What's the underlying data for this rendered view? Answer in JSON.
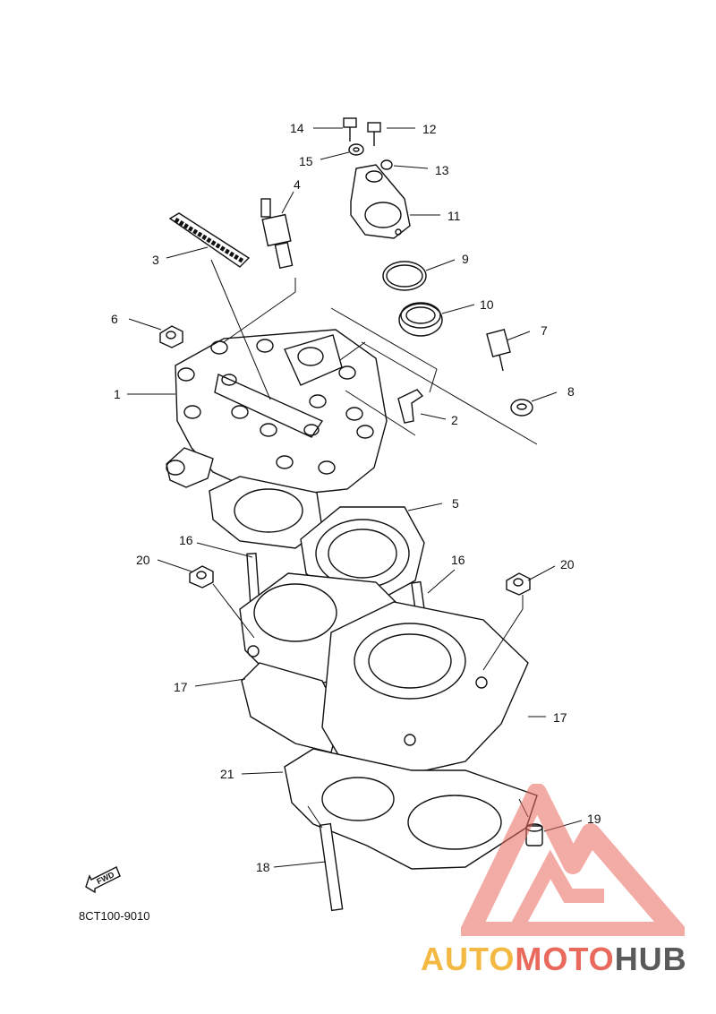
{
  "callouts": [
    {
      "num": "1"
    },
    {
      "num": "2"
    },
    {
      "num": "3"
    },
    {
      "num": "4"
    },
    {
      "num": "5"
    },
    {
      "num": "6"
    },
    {
      "num": "7"
    },
    {
      "num": "8"
    },
    {
      "num": "9"
    },
    {
      "num": "10"
    },
    {
      "num": "11"
    },
    {
      "num": "12"
    },
    {
      "num": "13"
    },
    {
      "num": "14"
    },
    {
      "num": "15"
    },
    {
      "num": "16"
    },
    {
      "num": "16"
    },
    {
      "num": "17"
    },
    {
      "num": "17"
    },
    {
      "num": "18"
    },
    {
      "num": "19"
    },
    {
      "num": "20"
    },
    {
      "num": "20"
    },
    {
      "num": "21"
    }
  ],
  "diagram_code": "8CT100-9010",
  "fwd_label": "FWD",
  "watermark": {
    "part1": "AUTO",
    "part2": "MOTO",
    "part3": "HUB",
    "color_yellow": "#f4b942",
    "color_red": "#e96a5d",
    "color_gray": "#5a5a5a"
  }
}
